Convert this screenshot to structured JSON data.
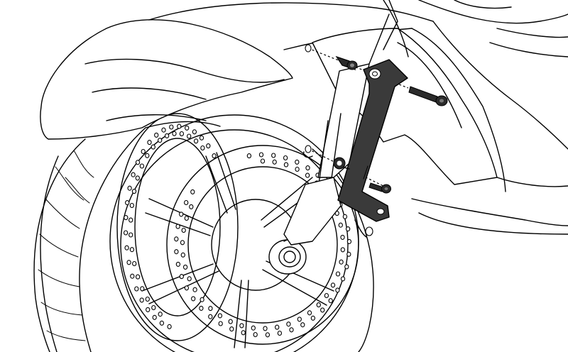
{
  "figure": {
    "type": "exploded-assembly-illustration",
    "subject": "motorcycle-front-wheel-with-bracket",
    "colors": {
      "line": "#000000",
      "background": "#ffffff",
      "bracket_fill": "#3a3a3a"
    },
    "parts": [
      {
        "name": "bracket",
        "color": "#3a3a3a"
      },
      {
        "name": "spacer-upper"
      },
      {
        "name": "bolt-upper"
      },
      {
        "name": "spacer-lower"
      },
      {
        "name": "bolt-lower"
      }
    ]
  }
}
